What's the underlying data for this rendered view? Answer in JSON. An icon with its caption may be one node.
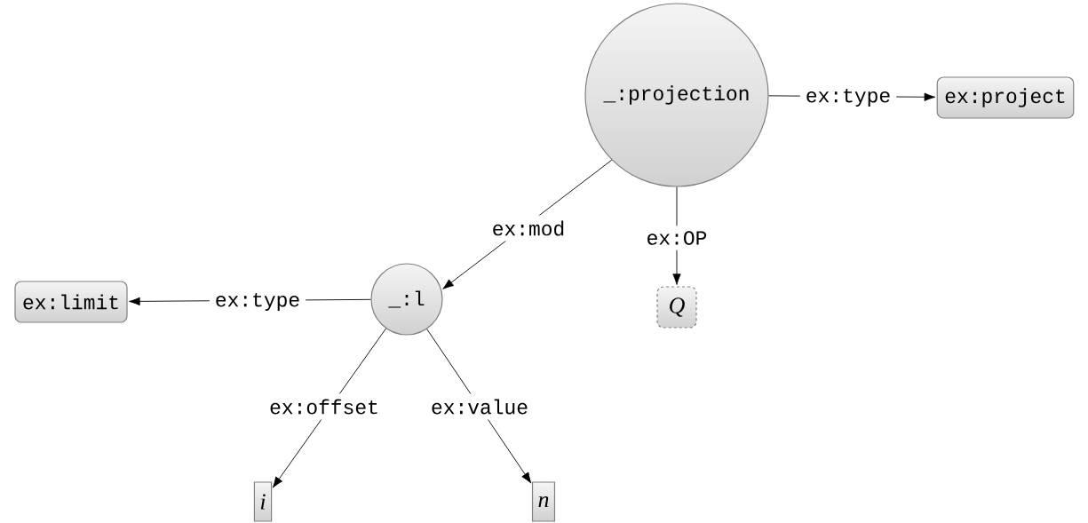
{
  "diagram": {
    "nodes": [
      {
        "text": [
          "_:projection"
        ]
      },
      {
        "text": [
          "ex:project"
        ]
      },
      {
        "text": [
          "_:l"
        ]
      },
      {
        "text": [
          "ex:limit"
        ]
      },
      {
        "text": [
          "Q"
        ]
      },
      {
        "text": [
          "i"
        ]
      },
      {
        "text": [
          "n"
        ]
      }
    ],
    "edges": [
      {
        "from": 0,
        "to": 1,
        "arrow": "to",
        "label": "ex:type"
      },
      {
        "from": 0,
        "to": 2,
        "arrow": "to",
        "label": "ex:mod"
      },
      {
        "from": 0,
        "to": 4,
        "arrow": "to",
        "label": "ex:OP"
      },
      {
        "from": 2,
        "to": 3,
        "arrow": "to",
        "label": "ex:type"
      },
      {
        "from": 2,
        "to": 5,
        "arrow": "to",
        "label": "ex:offset"
      },
      {
        "from": 2,
        "to": 6,
        "arrow": "to",
        "label": "ex:value"
      }
    ]
  }
}
